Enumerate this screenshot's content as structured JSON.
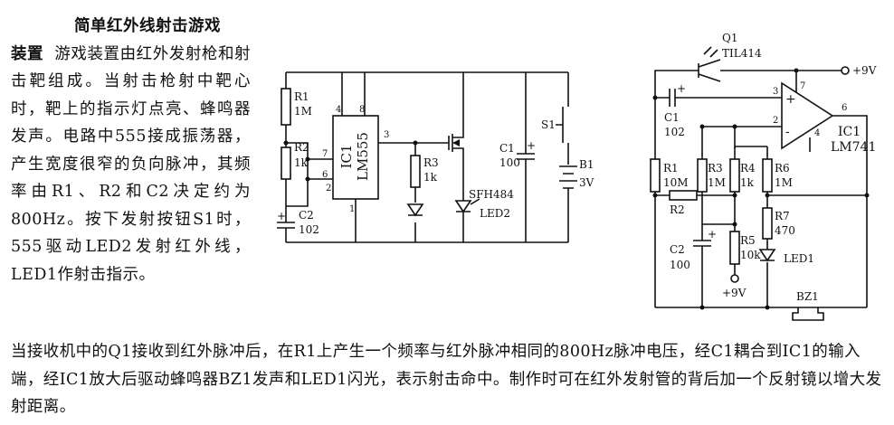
{
  "article": {
    "title": "简单红外线射击游戏",
    "intro_lead": "装置",
    "body_paragraph": "游戏装置由红外发射枪和射击靶组成。当射击枪射中靶心时，靶上的指示灯点亮、蜂鸣器发声。电路中555接成振荡器，产生宽度很窄的负向脉冲，其频率由R1、R2和C2决定约为800Hz。按下发射按钮S1时，555驱动LED2发射红外线，LED1作射击指示。",
    "bottom_paragraph": "当接收机中的Q1接收到红外脉冲后，在R1上产生一个频率与红外脉冲相同的800Hz脉冲电压，经C1耦合到IC1的输入端，经IC1放大后驱动蜂鸣器BZ1发声和LED1闪光，表示射击命中。制作时可在红外发射管的背后加一个反射镜以增大发射距离。"
  },
  "transmitter": {
    "r1": "R1",
    "r1_val": "1M",
    "r2": "R2",
    "r2_val": "1k",
    "c2": "C2",
    "c2_val": "102",
    "ic": "IC1",
    "ic_part": "LM555",
    "pins": [
      "4",
      "8",
      "7",
      "6",
      "2",
      "1",
      "3"
    ],
    "r3": "R3",
    "r3_val": "1k",
    "led2": "LED2",
    "led2_part": "SFH484",
    "c1": "C1",
    "c1_val": "100",
    "s1": "S1",
    "b1": "B1",
    "b1_val": "3V"
  },
  "receiver": {
    "q1": "Q1",
    "q1_part": "TIL414",
    "supply": "+9V",
    "c1": "C1",
    "c1_val": "102",
    "ic": "IC1",
    "ic_part": "LM741",
    "pins": [
      "7",
      "3",
      "2",
      "6",
      "4"
    ],
    "plus": "+",
    "minus": "-",
    "r1": "R1",
    "r1_val": "10M",
    "r2": "R2",
    "r3": "R3",
    "r3_val": "1M",
    "r4": "R4",
    "r4_val": "1k",
    "r5": "R5",
    "r5_val": "10k",
    "r6": "R6",
    "r6_val": "1M",
    "r7": "R7",
    "r7_val": "470",
    "c2": "C2",
    "c2_val": "100",
    "supply2": "+9V",
    "led1": "LED1",
    "bz1": "BZ1"
  }
}
